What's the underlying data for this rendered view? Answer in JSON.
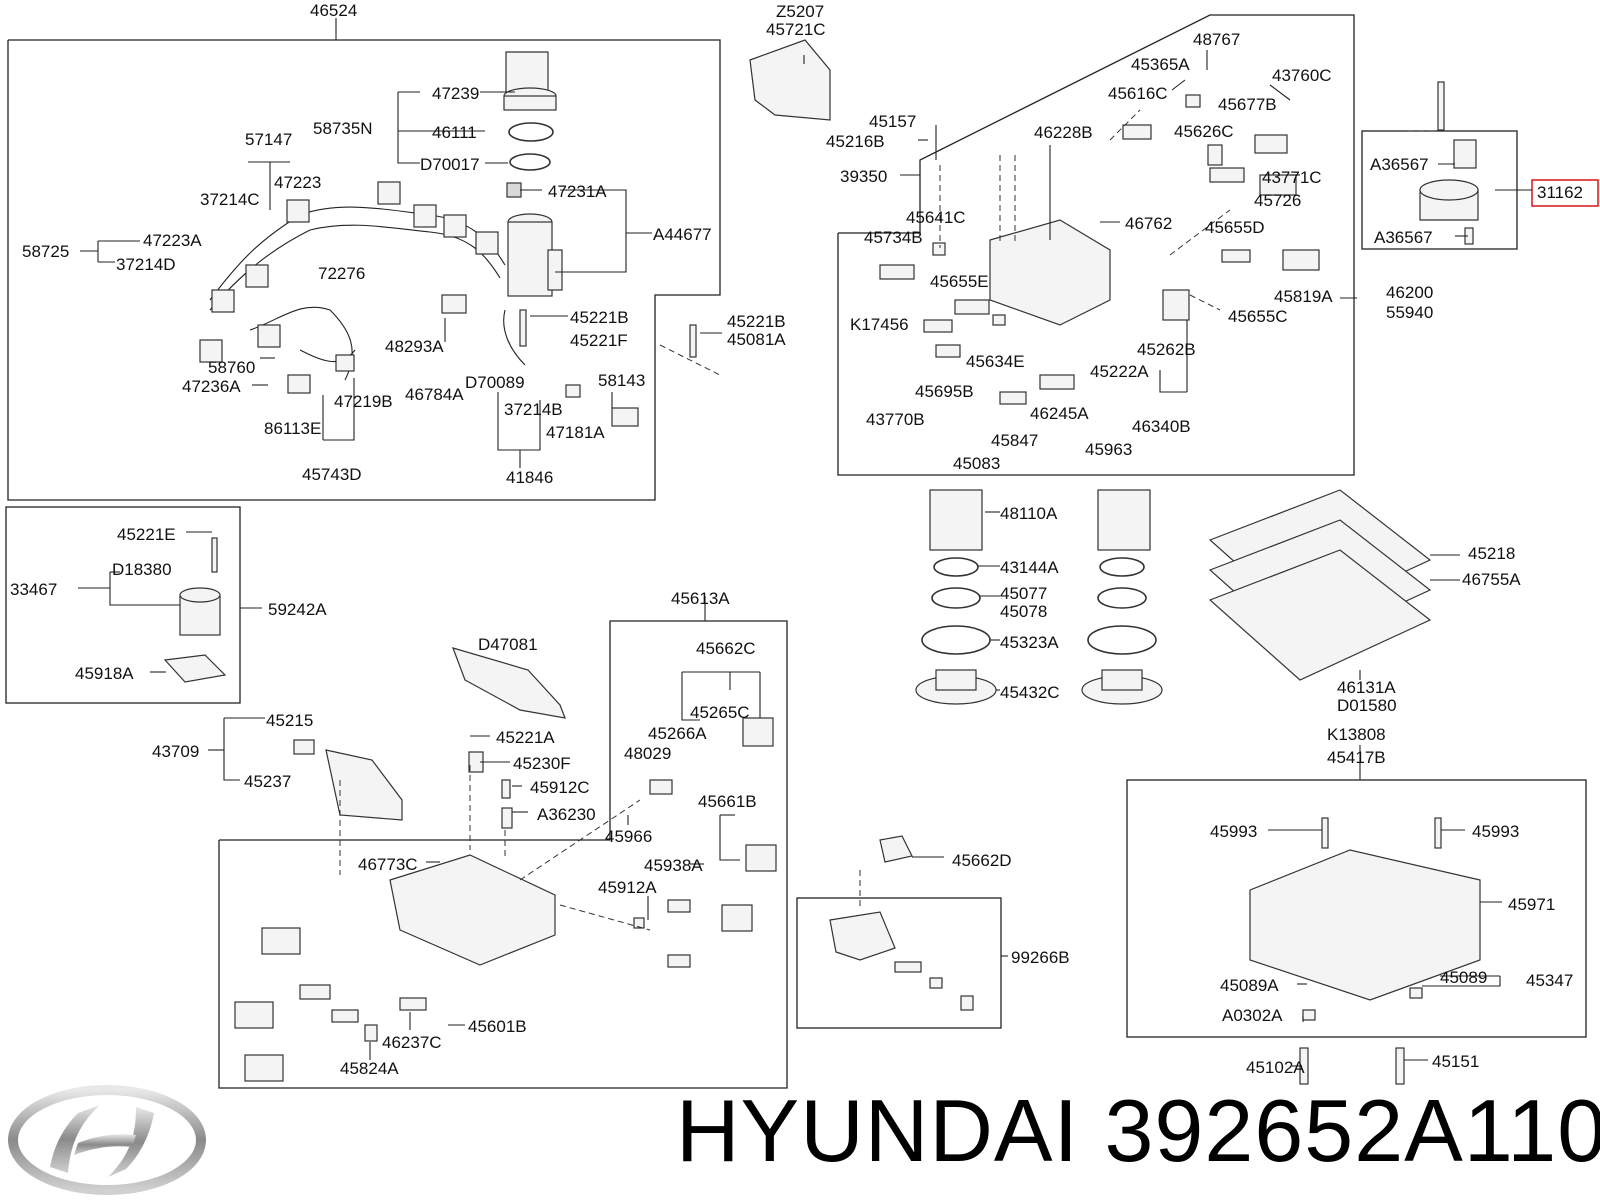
{
  "brand_text": "HYUNDAI 392652A110",
  "logo": "hyundai-logo",
  "highlight_color": "#d22222",
  "labels": [
    "46524",
    "47239",
    "58735N",
    "46111",
    "D70017",
    "57147",
    "47223",
    "47231A",
    "A44677",
    "37214C",
    "47223A",
    "58725",
    "37214D",
    "72276",
    "45221B",
    "45221F",
    "48293A",
    "58760",
    "47236A",
    "47219B",
    "46784A",
    "D70089",
    "58143",
    "37214B",
    "47181A",
    "86113E",
    "45743D",
    "41846",
    "45221B",
    "45081A",
    "Z5207",
    "45721C",
    "48767",
    "45365A",
    "43760C",
    "45616C",
    "45677B",
    "45157",
    "45216B",
    "46228B",
    "45626C",
    "43771C",
    "39350",
    "45726",
    "45641C",
    "46762",
    "45655D",
    "45734B",
    "45655E",
    "45819A",
    "K17456",
    "45655C",
    "46200",
    "55940",
    "45262B",
    "45634E",
    "45222A",
    "45695B",
    "43770B",
    "46245A",
    "46340B",
    "45847",
    "45963",
    "45083",
    "A36567",
    "31162",
    "A36567",
    "48110A",
    "43144A",
    "45077",
    "45078",
    "45323A",
    "45432C",
    "45218",
    "46755A",
    "46131A",
    "D01580",
    "45221E",
    "D18380",
    "33467",
    "59242A",
    "45918A",
    "45613A",
    "45662C",
    "D47081",
    "45265C",
    "45215",
    "45266A",
    "43709",
    "45221A",
    "48029",
    "45230F",
    "45237",
    "45912C",
    "45661B",
    "A36230",
    "45966",
    "46773C",
    "45938A",
    "45912A",
    "45601B",
    "46237C",
    "45824A",
    "45662D",
    "99266B",
    "K13808",
    "45417B",
    "45993",
    "45993",
    "45971",
    "45089",
    "45089A",
    "45347",
    "A0302A",
    "45102A",
    "45151"
  ]
}
